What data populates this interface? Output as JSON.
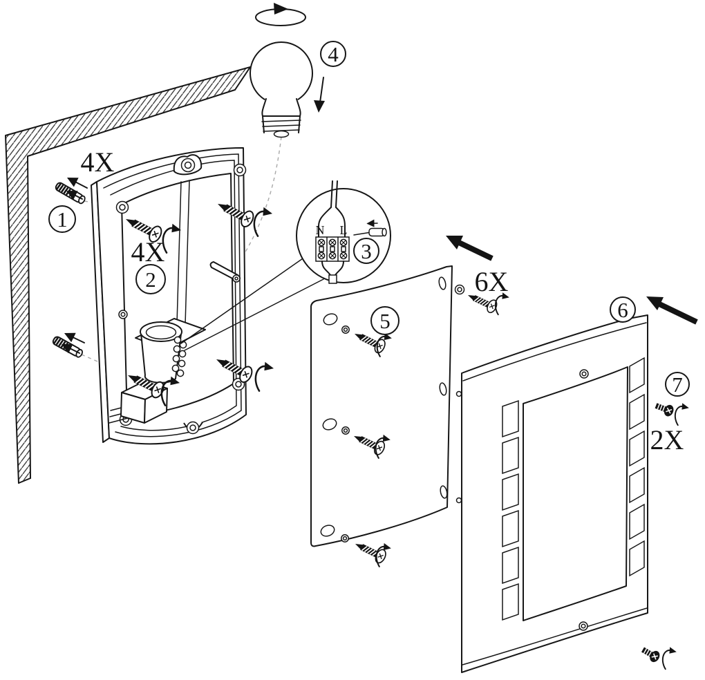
{
  "steps": [
    {
      "num": "1",
      "qty": "4X"
    },
    {
      "num": "2",
      "qty": "4X"
    },
    {
      "num": "3"
    },
    {
      "num": "4"
    },
    {
      "num": "5"
    },
    {
      "num": "6"
    },
    {
      "num": "7",
      "qty": "2X"
    }
  ],
  "hardware": {
    "panel_screws_qty": "6X"
  },
  "wiring": {
    "neutral": "N",
    "live": "L"
  }
}
